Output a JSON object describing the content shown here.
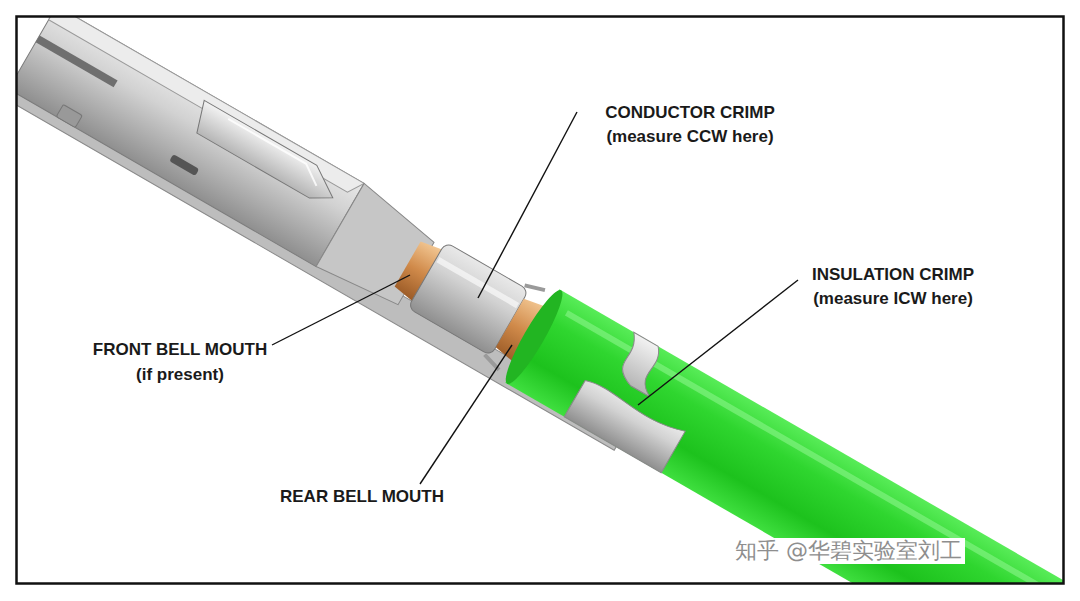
{
  "diagram": {
    "labels": [
      "CONDUCTOR CRIMP",
      "(measure CCW here)",
      "INSULATION CRIMP",
      "(measure ICW here)",
      "FRONT BELL MOUTH",
      "(if present)",
      "REAR BELL MOUTH",
      "知乎 @华碧实验室刘工"
    ]
  }
}
